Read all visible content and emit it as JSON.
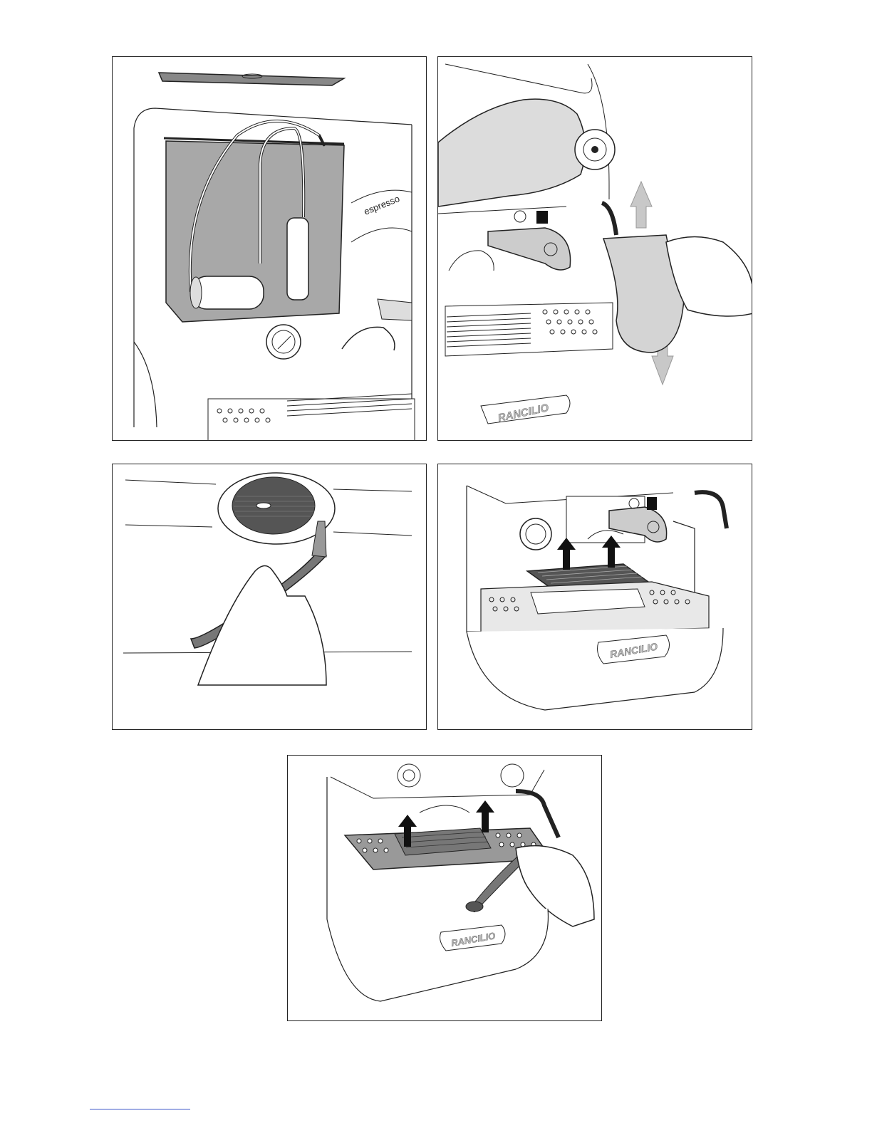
{
  "figures": [
    {
      "id": "water-tank",
      "labels": {
        "machine_text": "espresso"
      }
    },
    {
      "id": "steam-frothing",
      "labels": {
        "brand": "RANCILIO"
      }
    },
    {
      "id": "group-head-cleaning",
      "labels": {}
    },
    {
      "id": "drip-grid-removal",
      "labels": {
        "brand": "RANCILIO"
      }
    },
    {
      "id": "drip-tray-removal",
      "labels": {
        "brand": "RANCILIO"
      }
    }
  ],
  "colors": {
    "line": "#222222",
    "tank_fill": "#a8a8a8",
    "arrow_grey": "#c8c8c8",
    "black": "#111111"
  }
}
